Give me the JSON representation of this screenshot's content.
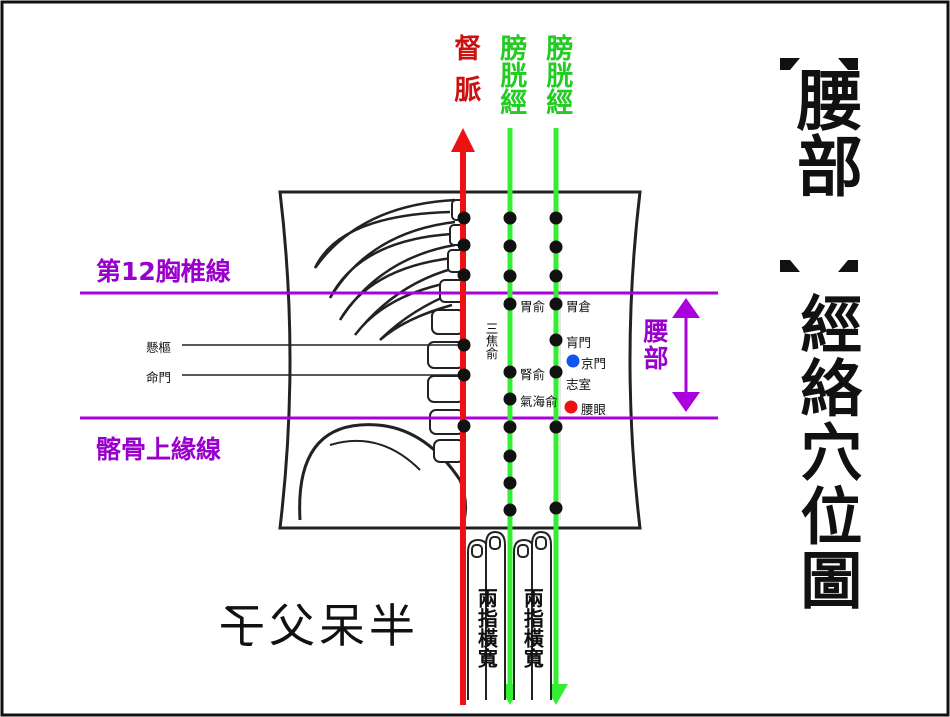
{
  "title": {
    "main": [
      "腰",
      "部"
    ],
    "sub": [
      "經",
      "絡",
      "穴",
      "位",
      "圖"
    ]
  },
  "meridians": {
    "governor": {
      "label": "督脈",
      "color": "#ee1111"
    },
    "bladder_inner": {
      "label": "膀胱經",
      "color": "#33ee33"
    },
    "bladder_outer": {
      "label": "膀胱經",
      "color": "#33ee33"
    }
  },
  "reference_lines": {
    "upper": "第12胸椎線",
    "lower": "髂骨上緣線",
    "color": "#aa00dd"
  },
  "region_label": "腰部",
  "points": {
    "xuanshu": "懸樞",
    "mingmen": "命門",
    "sanjiaoshu": "三焦俞",
    "weishu": "胃俞",
    "shenshu": "腎俞",
    "qihaishu": "氣海俞",
    "weicang": "胃倉",
    "huangmen": "肓門",
    "jingmen": "京門",
    "zhishi": "志室",
    "yaoyan": "腰眼"
  },
  "marker_colors": {
    "jingmen": "#1155ee",
    "yaoyan": "#ee1111"
  },
  "finger_width_label": "兩指橫寬",
  "signature_text": "半呆父子"
}
